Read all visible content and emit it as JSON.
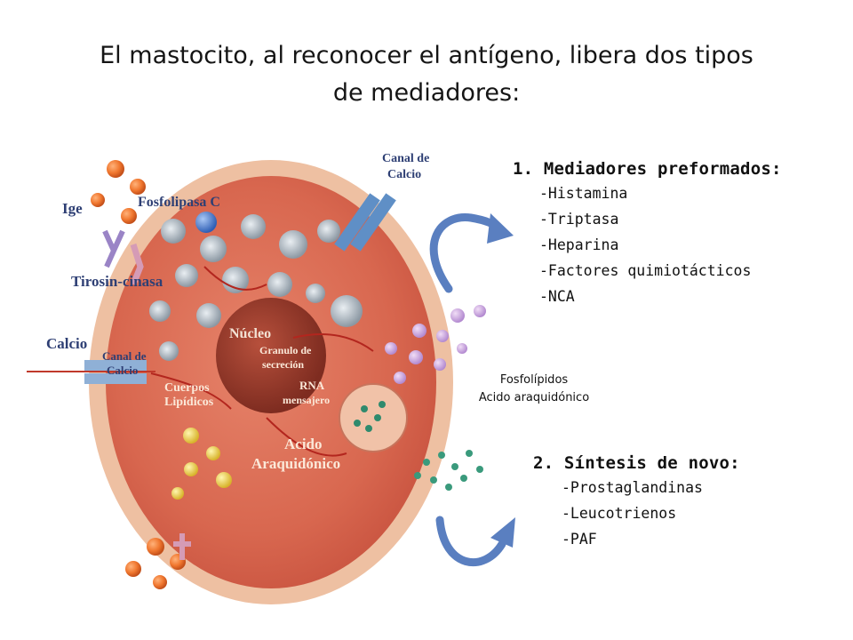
{
  "title": {
    "line1": "El mastocito, al reconocer el antígeno, libera dos tipos",
    "line2": "de mediadores:"
  },
  "cell_labels": {
    "ige": "Ige",
    "fosfolipasa": "Fosfolipasa C",
    "canal_calcio_top_1": "Canal de",
    "canal_calcio_top_2": "Calcio",
    "tirosin": "Tirosin-cinasa",
    "calcio": "Calcio",
    "canal_calcio_left_1": "Canal de",
    "canal_calcio_left_2": "Calcio",
    "nucleo": "Núcleo",
    "granulo_1": "Granulo de",
    "granulo_2": "secreción",
    "rna_1": "RNA",
    "rna_2": "mensajero",
    "cuerpos_1": "Cuerpos",
    "cuerpos_2": "Lipídicos",
    "acido_1": "Acido",
    "acido_2": "Araquidónico"
  },
  "preformados": {
    "number": "1.",
    "heading": "Mediadores preformados:",
    "items": [
      "-Histamina",
      "-Triptasa",
      "-Heparina",
      "-Factores quimiotácticos",
      "-NCA"
    ]
  },
  "middle": {
    "line1": "Fosfolípidos",
    "line2": "Acido araquidónico"
  },
  "novo": {
    "number": "2.",
    "heading": "Síntesis de novo:",
    "items": [
      "-Prostaglandinas",
      "-Leucotrienos",
      "-PAF"
    ]
  },
  "colors": {
    "cell_outer": "#e9b08e",
    "cell_inner": "#d9644e",
    "nucleus": "#9a3a2c",
    "arrow_blue": "#5a7fc0",
    "label_blue": "#2e3f74"
  }
}
